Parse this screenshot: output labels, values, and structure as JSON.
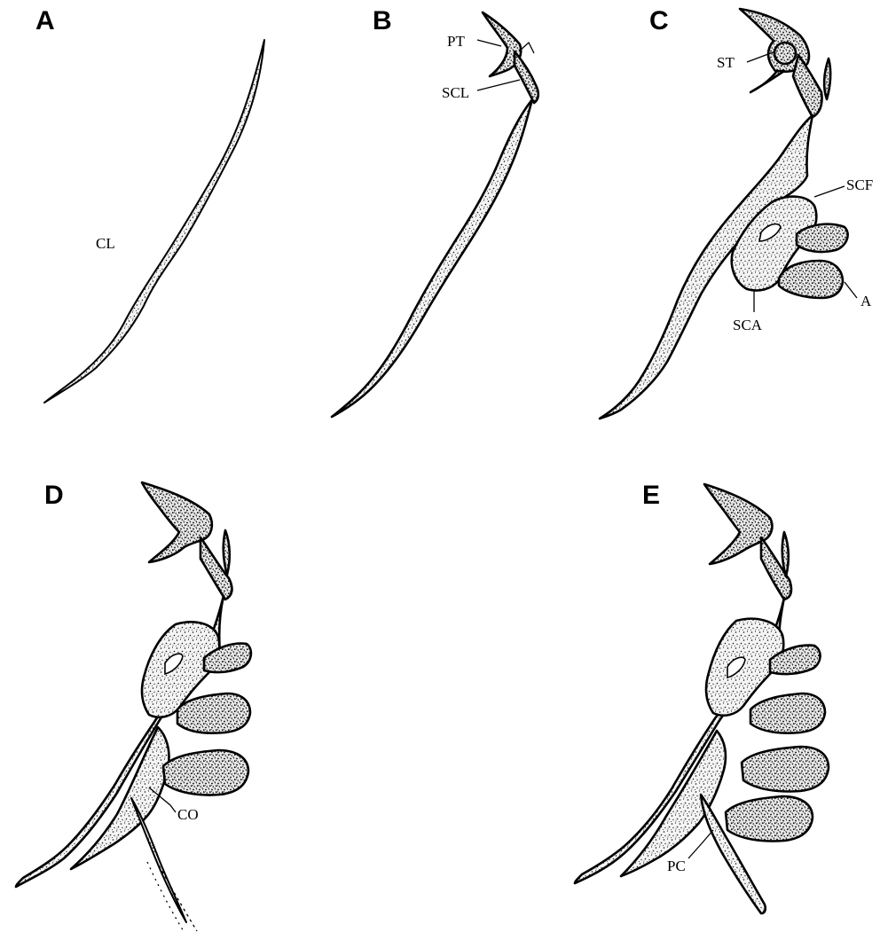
{
  "panels": [
    {
      "letter": "A",
      "labels": [
        "CL"
      ]
    },
    {
      "letter": "B",
      "labels": [
        "PT",
        "SCL"
      ]
    },
    {
      "letter": "C",
      "labels": [
        "ST",
        "SCF",
        "A",
        "SCA"
      ]
    },
    {
      "letter": "D",
      "labels": [
        "CO"
      ]
    },
    {
      "letter": "E",
      "labels": [
        "PC"
      ]
    }
  ]
}
